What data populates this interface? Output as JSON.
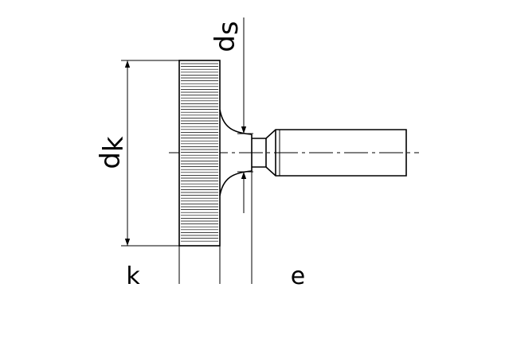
{
  "labels": {
    "dk_main": "d",
    "dk_sub": "k",
    "ds_main": "d",
    "ds_sub": "s",
    "k": "k",
    "e": "e"
  },
  "colors": {
    "line": "#000000",
    "background": "#ffffff"
  }
}
